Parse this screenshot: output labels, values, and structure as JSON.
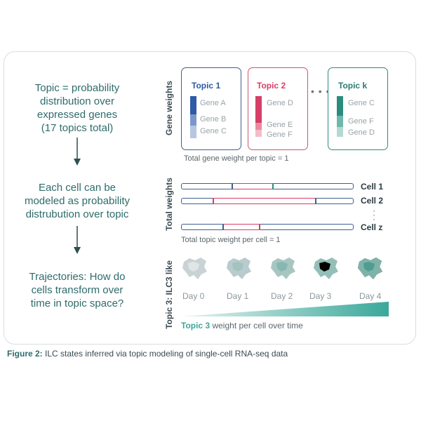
{
  "left_steps": [
    {
      "text": "Topic = probability\ndistribution over\nexpressed genes\n(17 topics total)"
    },
    {
      "text": "Each cell can be\nmodeled as probability\ndistrubution over topic"
    },
    {
      "text": "Trajectories: How do\ncells transform over\ntime in topic space?"
    }
  ],
  "row_labels": {
    "gene_weights": "Gene weights",
    "total_weights": "Total weights",
    "topic3": "Topic 3: ILC3 like"
  },
  "topics": [
    {
      "title": "Topic 1",
      "color": "#2e5aa6",
      "genes": [
        "Gene A",
        "Gene B",
        "Gene C"
      ]
    },
    {
      "title": "Topic 2",
      "color": "#d63e67",
      "genes": [
        "Gene D",
        "Gene E",
        "Gene F"
      ]
    },
    {
      "title": "Topic k",
      "color": "#2a8c7e",
      "genes": [
        "Gene C",
        "Gene F",
        "Gene D"
      ]
    }
  ],
  "topic_ellipsis": "• • •",
  "gene_caption": "Total gene weight per topic = 1",
  "cells": [
    {
      "label": "Cell 1"
    },
    {
      "label": "Cell 2"
    },
    {
      "label": "Cell z"
    }
  ],
  "cell_caption": "Total topic weight per cell = 1",
  "days": [
    "Day 0",
    "Day 1",
    "Day 2",
    "Day 3",
    "Day 4"
  ],
  "time_caption": {
    "bold": "Topic 3",
    "rest": " weight per cell over time"
  },
  "figure_caption": {
    "bold": "Figure 2:",
    "rest": " ILC states inferred via topic modeling of single-cell RNA-seq data"
  },
  "colors": {
    "teal": "#2f6b6b",
    "blue": "#3f5f8e",
    "pink": "#d63e67",
    "green": "#2a8c7e",
    "ramp": "#3aa89a"
  }
}
